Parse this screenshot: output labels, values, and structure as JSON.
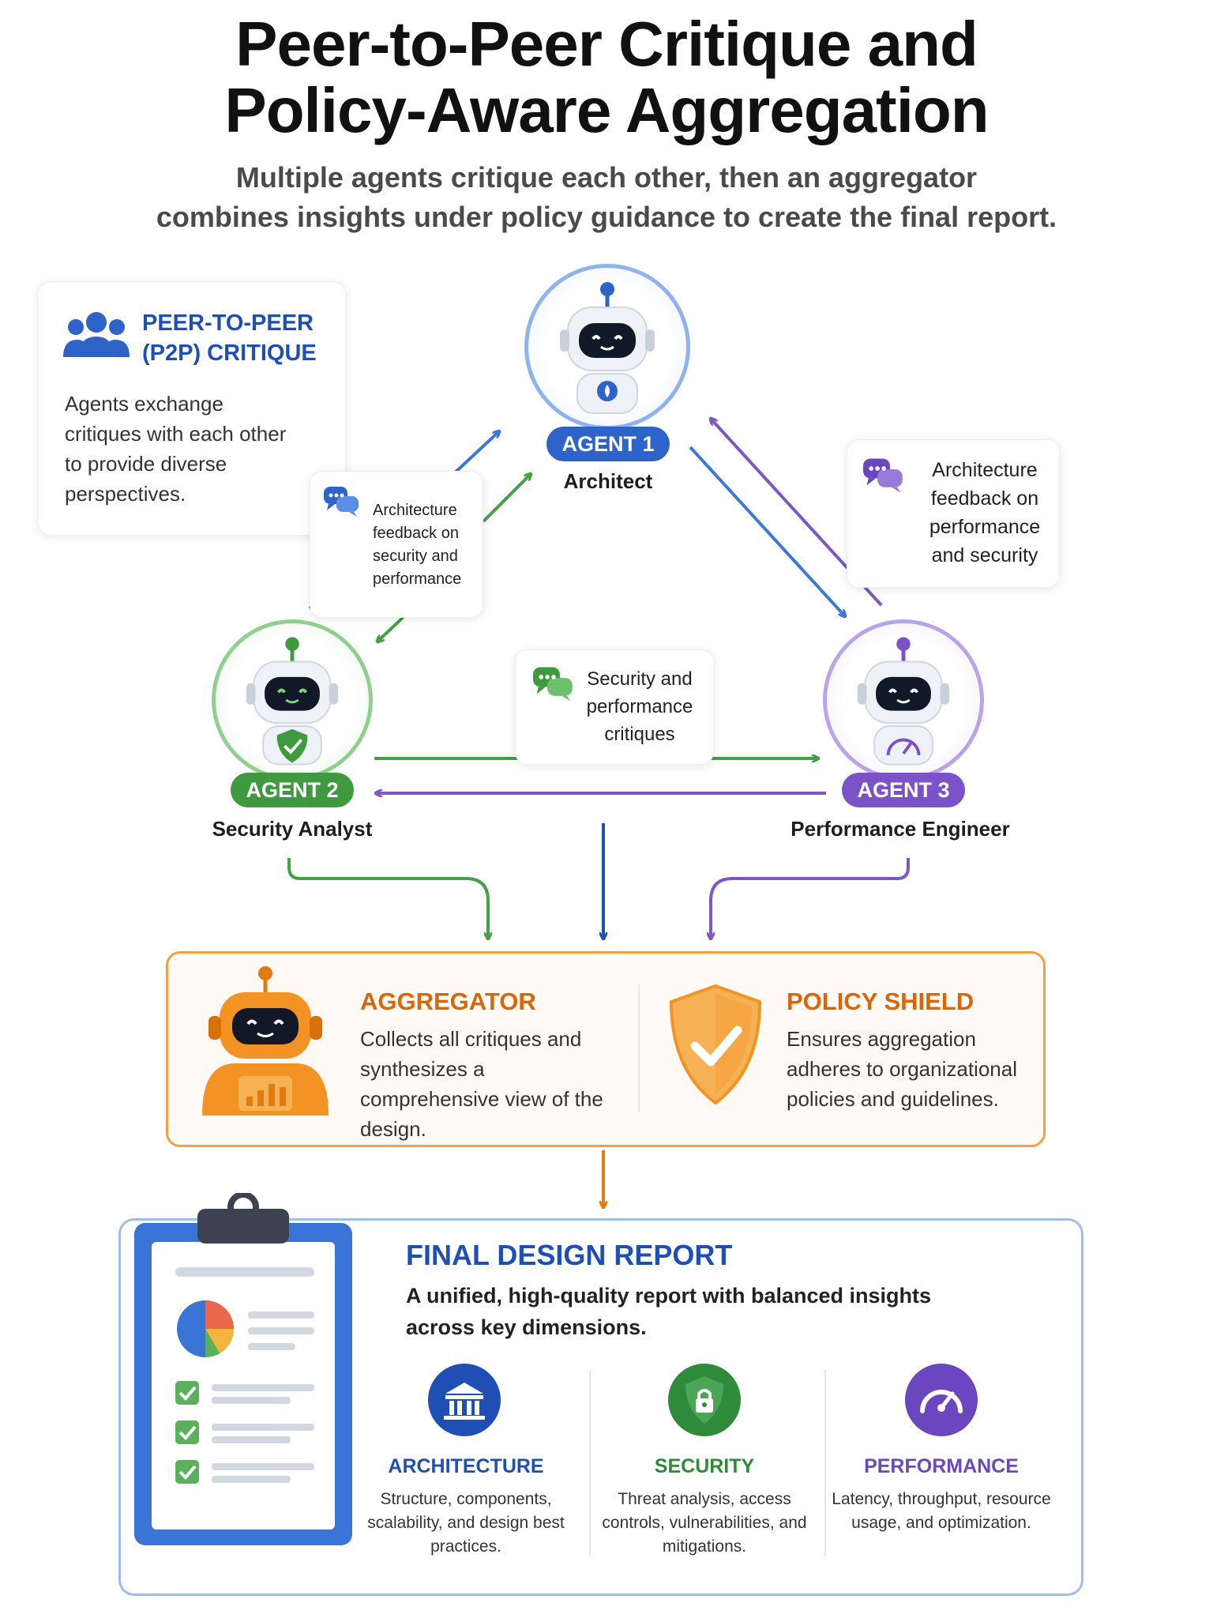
{
  "header": {
    "title_line1": "Peer-to-Peer Critique and",
    "title_line2": "Policy-Aware Aggregation",
    "subtitle_line1": "Multiple agents critique each other, then an aggregator",
    "subtitle_line2": "combines insights under policy guidance to create the final report."
  },
  "p2p": {
    "title_line1": "PEER-TO-PEER",
    "title_line2": "(P2P) CRITIQUE",
    "body": "Agents exchange critiques with each other to provide diverse perspectives."
  },
  "agents": [
    {
      "badge": "AGENT 1",
      "role": "Architect",
      "color": "#2e63c9"
    },
    {
      "badge": "AGENT 2",
      "role": "Security Analyst",
      "color": "#3f9a3f"
    },
    {
      "badge": "AGENT 3",
      "role": "Performance Engineer",
      "color": "#7b52c7"
    }
  ],
  "notes": {
    "left": "Architecture feedback on security and performance",
    "right": "Architecture feedback on performance and security",
    "middle": "Security and performance critiques"
  },
  "aggregator": {
    "title": "AGGREGATOR",
    "body": "Collects all critiques and synthesizes a comprehensive view of the design."
  },
  "policy": {
    "title": "POLICY SHIELD",
    "body": "Ensures aggregation adheres to organizational policies and guidelines."
  },
  "report": {
    "title": "FINAL DESIGN REPORT",
    "body": "A unified, high-quality report with balanced insights across key dimensions.",
    "dimensions": [
      {
        "title": "ARCHITECTURE",
        "body": "Structure, components, scalability, and design best practices.",
        "color": "#1f4fb5",
        "icon": "bank-icon"
      },
      {
        "title": "SECURITY",
        "body": "Threat analysis, access controls, vulnerabilities, and mitigations.",
        "color": "#2e8b3a",
        "icon": "lock-shield-icon"
      },
      {
        "title": "PERFORMANCE",
        "body": "Latency, throughput, resource usage, and optimization.",
        "color": "#6b46c1",
        "icon": "gauge-icon"
      }
    ]
  }
}
